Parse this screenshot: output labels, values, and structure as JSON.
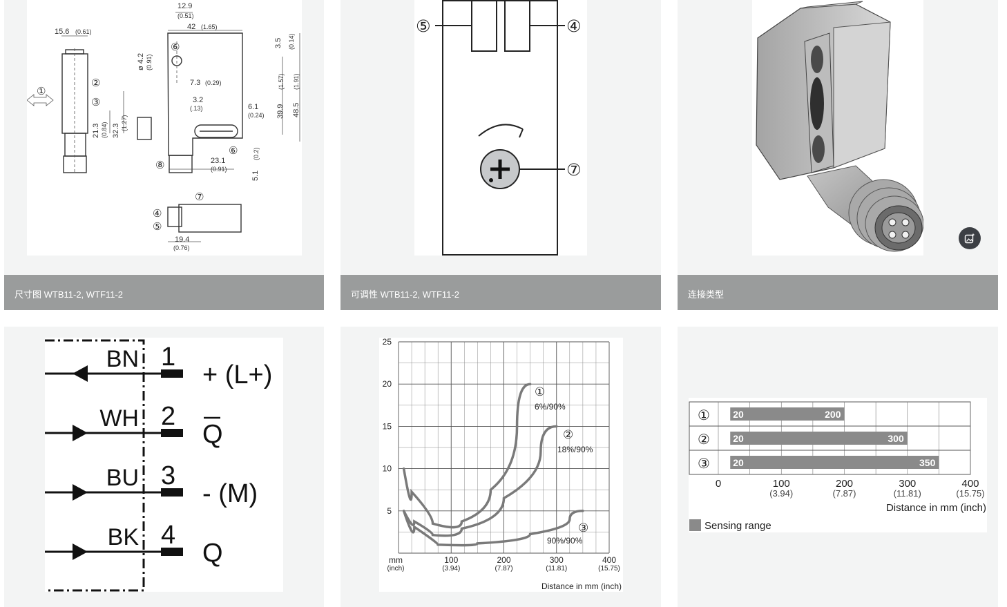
{
  "cards": [
    {
      "caption": "尺寸图 WTB11-2, WTF11-2"
    },
    {
      "caption": "可调性 WTB11-2, WTF11-2"
    },
    {
      "caption": "连接类型"
    },
    {
      "caption": ""
    },
    {
      "caption": ""
    },
    {
      "caption": ""
    }
  ],
  "dimension_drawing": {
    "dims": [
      "12.9",
      "(0.51)",
      "42",
      "(1.65)",
      "15.6",
      "(0.61)",
      "3.5",
      "(0.14)",
      "ø 4.2",
      "(0.91)",
      "7.3",
      "(0.29)",
      "3.2",
      "(.13)",
      "6.1",
      "(0.24)",
      "39.9",
      "(1.57)",
      "48.5",
      "(1.91)",
      "21.3",
      "(0.84)",
      "32.3",
      "(1.27)",
      "23.1",
      "(0.91)",
      "5.1",
      "(0.2)",
      "19.4",
      "(0.76)"
    ],
    "markers": [
      "①",
      "②",
      "③",
      "④",
      "⑤",
      "⑥",
      "⑦",
      "⑧"
    ]
  },
  "adjust_drawing": {
    "markers": [
      "⑤",
      "④",
      "⑦"
    ]
  },
  "wiring": {
    "pins": [
      {
        "color": "BN",
        "num": "1",
        "signal": "+ (L+)"
      },
      {
        "color": "WH",
        "num": "2",
        "signal": "Q"
      },
      {
        "color": "BU",
        "num": "3",
        "signal": "- (M)"
      },
      {
        "color": "BK",
        "num": "4",
        "signal": "Q"
      }
    ]
  },
  "chart_data": [
    {
      "type": "line",
      "x_ticks": [
        {
          "mm": "mm",
          "inch": "(inch)"
        },
        {
          "mm": "100",
          "inch": "(3.94)"
        },
        {
          "mm": "200",
          "inch": "(7.87)"
        },
        {
          "mm": "300",
          "inch": "(11.81)"
        },
        {
          "mm": "400",
          "inch": "(15.75)"
        }
      ],
      "y_ticks": [
        "5",
        "10",
        "15",
        "20",
        "25"
      ],
      "xlabel": "Distance in mm (inch)",
      "xlim": [
        0,
        400
      ],
      "ylim": [
        0,
        25
      ],
      "grid": true,
      "series": [
        {
          "name": "6%/90%",
          "marker": "①",
          "x": [
            10,
            40,
            90,
            150,
            200,
            250
          ],
          "y": [
            10,
            4.5,
            2.5,
            5,
            10,
            20
          ]
        },
        {
          "name": "18%/90%",
          "marker": "②",
          "x": [
            10,
            50,
            80,
            160,
            240,
            300
          ],
          "y": [
            5,
            2.5,
            1.8,
            4,
            9,
            15
          ]
        },
        {
          "name": "90%/90%",
          "marker": "③",
          "x": [
            10,
            50,
            100,
            200,
            300,
            350
          ],
          "y": [
            5,
            1.2,
            0.8,
            1.5,
            3,
            5
          ]
        }
      ]
    },
    {
      "type": "bar",
      "categories": [
        "①",
        "②",
        "③"
      ],
      "start_values": [
        20,
        20,
        20
      ],
      "values": [
        200,
        300,
        350
      ],
      "x_ticks": [
        {
          "mm": "0",
          "inch": ""
        },
        {
          "mm": "100",
          "inch": "(3.94)"
        },
        {
          "mm": "200",
          "inch": "(7.87)"
        },
        {
          "mm": "300",
          "inch": "(11.81)"
        },
        {
          "mm": "400",
          "inch": "(15.75)"
        }
      ],
      "xlim": [
        0,
        400
      ],
      "xlabel": "Distance in mm (inch)",
      "legend": "Sensing range",
      "legend_position": "bottom-left",
      "bar_color": "#8a8a8a"
    }
  ],
  "colors": {
    "caption_bg": "#9a9c9c",
    "card_bg": "#f3f4f4",
    "ai_button": "#3c3f44"
  },
  "icons": {
    "ai_button": "image-sparkle-icon"
  }
}
